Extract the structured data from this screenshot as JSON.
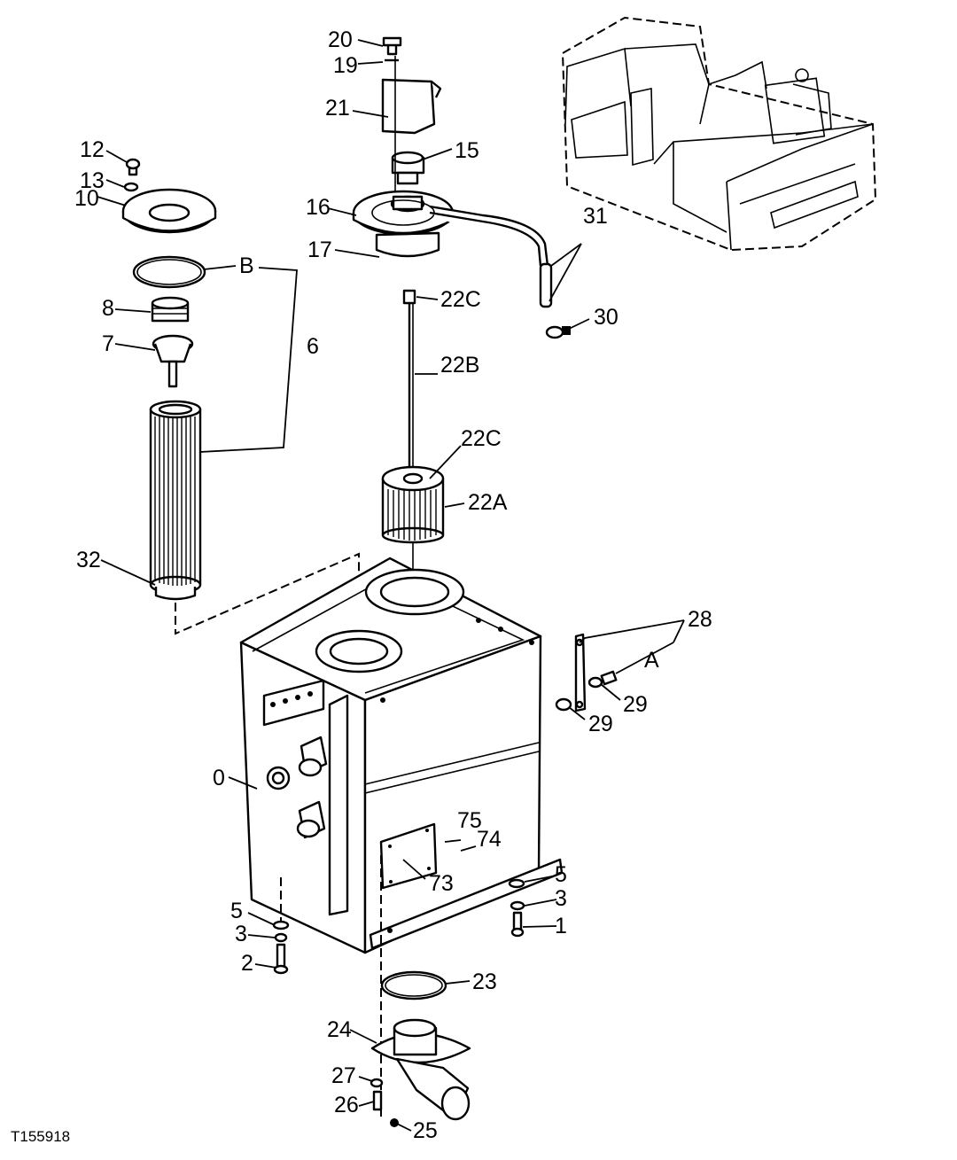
{
  "figure_id": "T155918",
  "callouts": {
    "c20": "20",
    "c19": "19",
    "c21": "21",
    "c15": "15",
    "c16": "16",
    "c17": "17",
    "c31": "31",
    "c30": "30",
    "c22c_top": "22C",
    "c22b": "22B",
    "c22c_mid": "22C",
    "c22a": "22A",
    "c12": "12",
    "c13": "13",
    "c10": "10",
    "cB": "B",
    "c8": "8",
    "c7": "7",
    "c6": "6",
    "c32": "32",
    "c28": "28",
    "cA": "A",
    "c29a": "29",
    "c29b": "29",
    "c0": "0",
    "c75": "75",
    "c74": "74",
    "c73": "73",
    "c5l": "5",
    "c3l": "3",
    "c2": "2",
    "c5r": "5",
    "c3r": "3",
    "c1": "1",
    "c23": "23",
    "c24": "24",
    "c27": "27",
    "c26": "26",
    "c25": "25"
  }
}
